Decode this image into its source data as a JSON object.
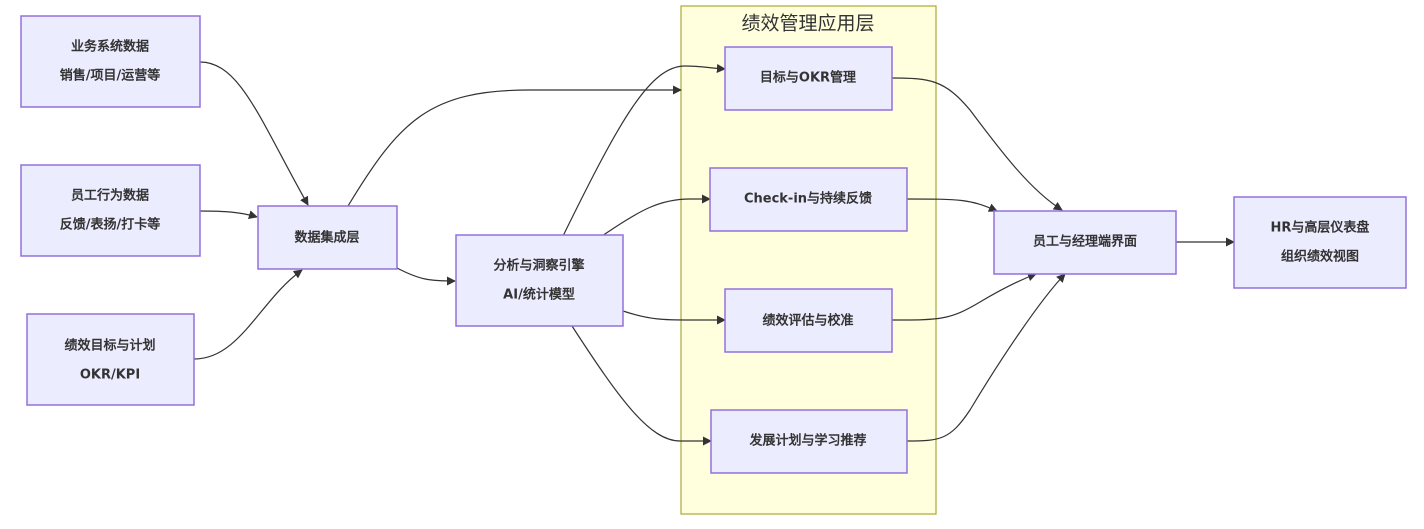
{
  "diagram": {
    "type": "flowchart",
    "direction": "left-to-right",
    "colors": {
      "node_fill": "#ECECFF",
      "node_border": "#9370DB",
      "cluster_fill": "#FFFFDE",
      "cluster_border": "#AAAA33",
      "edge": "#333333",
      "text": "#333333"
    },
    "cluster": {
      "id": "app_layer",
      "title": "绩效管理应用层"
    },
    "nodes": [
      {
        "id": "biz",
        "lines": [
          "业务系统数据",
          "销售/项目/运营等"
        ]
      },
      {
        "id": "behavior",
        "lines": [
          "员工行为数据",
          "反馈/表扬/打卡等"
        ]
      },
      {
        "id": "goals",
        "lines": [
          "绩效目标与计划",
          "OKR/KPI"
        ]
      },
      {
        "id": "integration",
        "lines": [
          "数据集成层"
        ]
      },
      {
        "id": "engine",
        "lines": [
          "分析与洞察引擎",
          "AI/统计模型"
        ]
      },
      {
        "id": "okr",
        "lines": [
          "目标与OKR管理"
        ],
        "cluster": "app_layer"
      },
      {
        "id": "checkin",
        "lines": [
          "Check-in与持续反馈"
        ],
        "cluster": "app_layer"
      },
      {
        "id": "review",
        "lines": [
          "绩效评估与校准"
        ],
        "cluster": "app_layer"
      },
      {
        "id": "dev",
        "lines": [
          "发展计划与学习推荐"
        ],
        "cluster": "app_layer"
      },
      {
        "id": "ui",
        "lines": [
          "员工与经理端界面"
        ]
      },
      {
        "id": "dashboard",
        "lines": [
          "HR与高层仪表盘",
          "组织绩效视图"
        ]
      }
    ],
    "edges": [
      {
        "from": "biz",
        "to": "integration"
      },
      {
        "from": "behavior",
        "to": "integration"
      },
      {
        "from": "goals",
        "to": "integration"
      },
      {
        "from": "integration",
        "to": "app_layer"
      },
      {
        "from": "integration",
        "to": "engine"
      },
      {
        "from": "engine",
        "to": "okr"
      },
      {
        "from": "engine",
        "to": "checkin"
      },
      {
        "from": "engine",
        "to": "review"
      },
      {
        "from": "engine",
        "to": "dev"
      },
      {
        "from": "okr",
        "to": "ui"
      },
      {
        "from": "checkin",
        "to": "ui"
      },
      {
        "from": "review",
        "to": "ui"
      },
      {
        "from": "dev",
        "to": "ui"
      },
      {
        "from": "ui",
        "to": "dashboard"
      }
    ]
  }
}
